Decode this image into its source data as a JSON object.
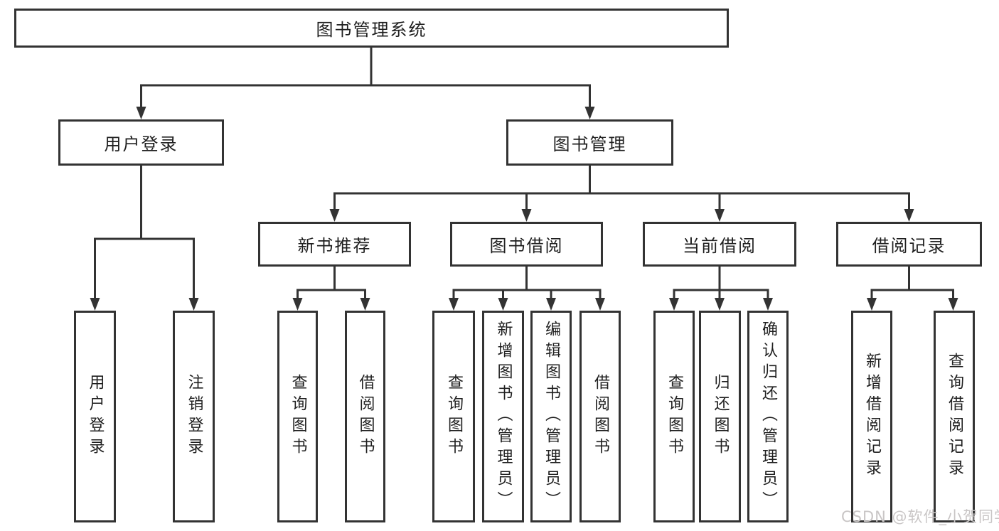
{
  "diagram": {
    "root": {
      "label": "图书管理系统"
    },
    "groups": [
      {
        "label": "用户登录",
        "children": [
          {
            "label": "用户登录"
          },
          {
            "label": "注销登录"
          }
        ]
      },
      {
        "label": "图书管理",
        "sections": [
          {
            "label": "新书推荐",
            "children": [
              {
                "label": "查询图书"
              },
              {
                "label": "借阅图书"
              }
            ]
          },
          {
            "label": "图书借阅",
            "children": [
              {
                "label": "查询图书"
              },
              {
                "label": "新增图书（管理员）"
              },
              {
                "label": "编辑图书（管理员）"
              },
              {
                "label": "借阅图书"
              }
            ]
          },
          {
            "label": "当前借阅",
            "children": [
              {
                "label": "查询图书"
              },
              {
                "label": "归还图书"
              },
              {
                "label": "确认归还（管理员）"
              }
            ]
          },
          {
            "label": "借阅记录",
            "children": [
              {
                "label": "新增借阅记录"
              },
              {
                "label": "查询借阅记录"
              }
            ]
          }
        ]
      }
    ]
  },
  "watermark": {
    "text": "CSDN @软件_小贺同学"
  },
  "colors": {
    "line": "#333333",
    "box_border": "#333333",
    "text": "#1f1f1f",
    "background": "#ffffff",
    "watermark": "#c9c6c6"
  }
}
